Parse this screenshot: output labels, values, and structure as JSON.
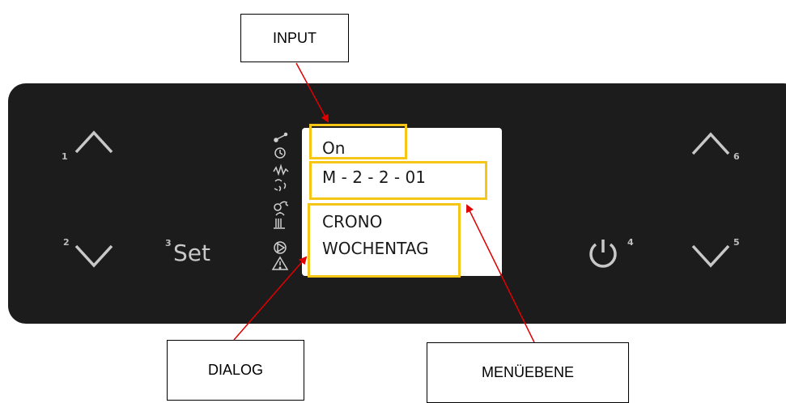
{
  "callouts": {
    "input": "INPUT",
    "dialog": "DIALOG",
    "menu_level": "MENÜEBENE"
  },
  "display": {
    "line1": "On",
    "line2": "M - 2 - 2 - 01",
    "line3": "CRONO",
    "line4": "WOCHENTAG"
  },
  "buttons": {
    "set_label": "Set",
    "numbers": {
      "up_left": "1",
      "down_left": "2",
      "set": "3",
      "power": "4",
      "down_right": "5",
      "up_right": "6"
    }
  },
  "status_icons": [
    "switch-icon",
    "clock-icon",
    "heater-icon",
    "fan-icon",
    "pump-icon",
    "shower-icon",
    "play-icon",
    "warning-icon"
  ],
  "colors": {
    "panel": "#1c1c1c",
    "highlight": "#f5c518",
    "arrow": "#e00000",
    "button": "#c8c8c8"
  }
}
